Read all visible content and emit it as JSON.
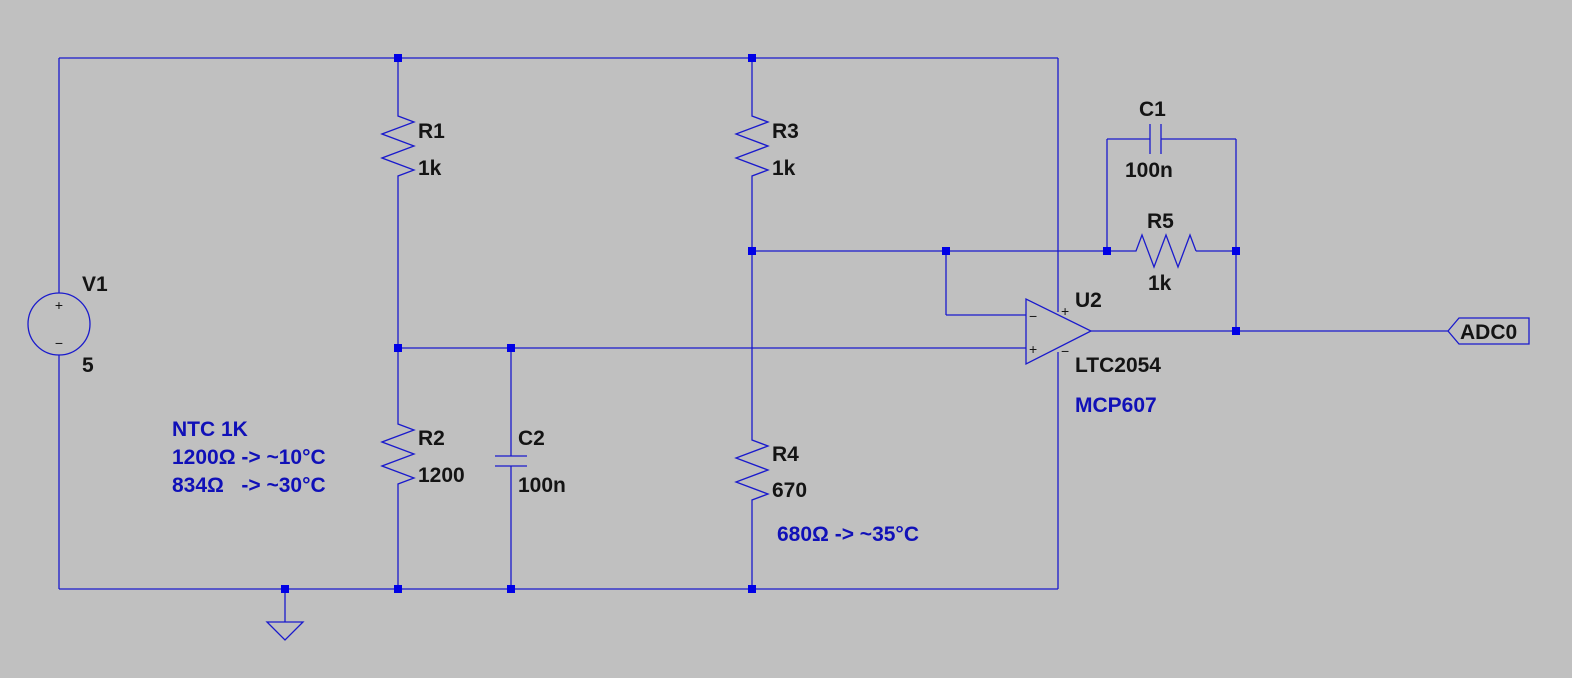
{
  "components": {
    "v1": {
      "name": "V1",
      "value": "5",
      "plus": "+",
      "minus": "−"
    },
    "r1": {
      "name": "R1",
      "value": "1k"
    },
    "r2": {
      "name": "R2",
      "value": "1200"
    },
    "r3": {
      "name": "R3",
      "value": "1k"
    },
    "r4": {
      "name": "R4",
      "value": "670"
    },
    "r5": {
      "name": "R5",
      "value": "1k"
    },
    "c1": {
      "name": "C1",
      "value": "100n"
    },
    "c2": {
      "name": "C2",
      "value": "100n"
    },
    "u2": {
      "name": "U2",
      "model": "LTC2054",
      "alt_model": "MCP607",
      "pin_minus": "−",
      "pin_plus": "+",
      "pin_vplus": "+",
      "pin_vminus": "−"
    }
  },
  "net_label": {
    "text": "ADC0"
  },
  "comments": {
    "ntc_title": "NTC 1K",
    "ntc_line1": "1200Ω -> ~10°C",
    "ntc_line2": "834Ω   -> ~30°C",
    "r4_note": "680Ω -> ~35°C"
  },
  "colors": {
    "background": "#c0c0c0",
    "wire": "#1a1acc",
    "junction": "#0000e6",
    "label": "#141414",
    "comment": "#1010b8"
  }
}
